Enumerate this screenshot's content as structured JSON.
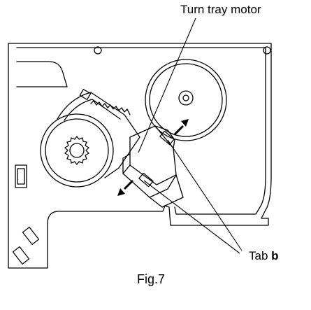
{
  "figure": {
    "caption": "Fig.7",
    "callouts": {
      "motor_label": "Turn tray motor",
      "tab_label": "Tab ",
      "tab_letter": "b"
    }
  },
  "colors": {
    "ink": "#000000",
    "paper": "#ffffff"
  },
  "icons": {
    "arrow_up": "push-up-arrow-icon",
    "arrow_down": "push-down-arrow-icon"
  }
}
